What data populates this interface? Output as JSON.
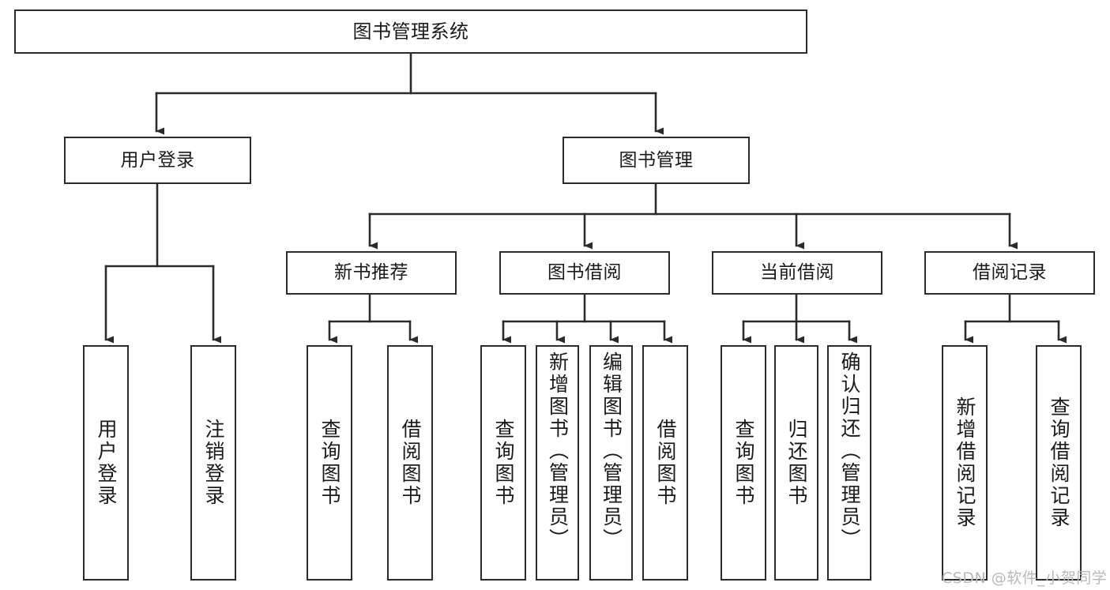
{
  "diagram": {
    "type": "tree-hierarchy-chart",
    "title": "图书管理系统",
    "background_color": "#ffffff",
    "line_color": "#2b2b2b",
    "text_color": "#1a1a1a",
    "levels": 4,
    "nodes": {
      "root": {
        "label": "图书管理系统"
      },
      "level2": [
        {
          "label": "用户登录"
        },
        {
          "label": "图书管理"
        }
      ],
      "level3": [
        {
          "label": "新书推荐"
        },
        {
          "label": "图书借阅"
        },
        {
          "label": "当前借阅"
        },
        {
          "label": "借阅记录"
        }
      ],
      "leaves_user_login": [
        {
          "label": "用户登录"
        },
        {
          "label": "注销登录"
        }
      ],
      "leaves_new_book": [
        {
          "label": "查询图书"
        },
        {
          "label": "借阅图书"
        }
      ],
      "leaves_borrow": [
        {
          "label": "查询图书"
        },
        {
          "label": "新增图书（管理员）"
        },
        {
          "label": "编辑图书（管理员）"
        },
        {
          "label": "借阅图书"
        }
      ],
      "leaves_current": [
        {
          "label": "查询图书"
        },
        {
          "label": "归还图书"
        },
        {
          "label": "确认归还（管理员）"
        }
      ],
      "leaves_record": [
        {
          "label": "新增借阅记录"
        },
        {
          "label": "查询借阅记录"
        }
      ]
    }
  },
  "watermark": {
    "text": "CSDN @软件_小贺同学"
  }
}
